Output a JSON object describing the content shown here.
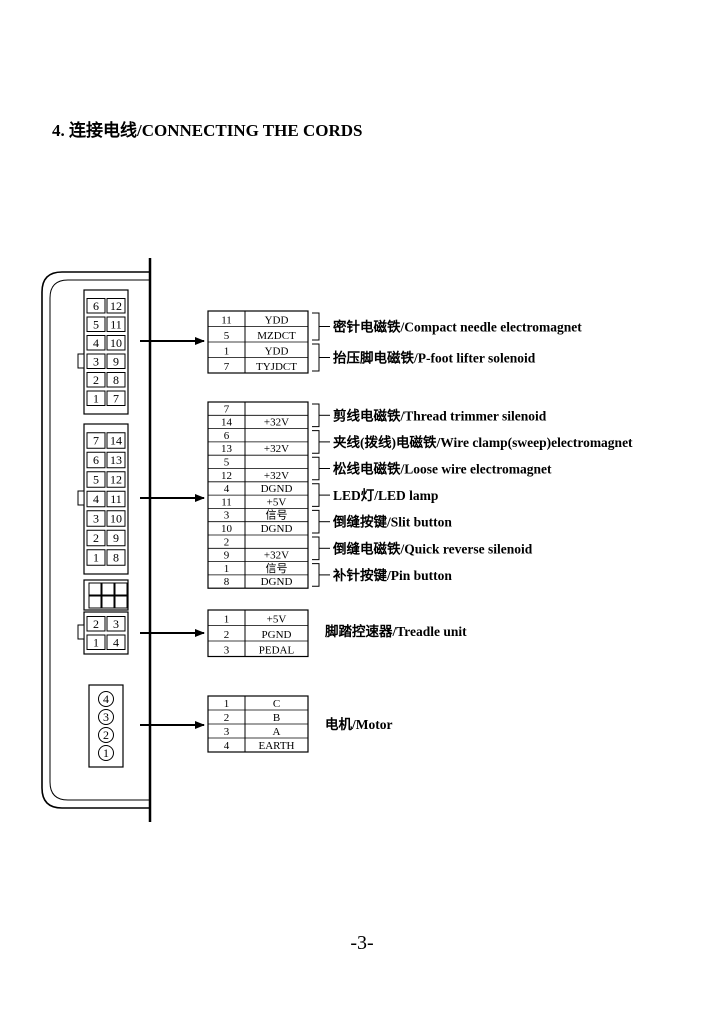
{
  "page": {
    "title": "4. 连接电线/CONNECTING THE CORDS",
    "page_number": "-3-"
  },
  "connectors": [
    {
      "pins": [
        [
          "6",
          "12"
        ],
        [
          "5",
          "11"
        ],
        [
          "4",
          "10"
        ],
        [
          "3",
          "9"
        ],
        [
          "2",
          "8"
        ],
        [
          "1",
          "7"
        ]
      ]
    },
    {
      "pins": [
        [
          "7",
          "14"
        ],
        [
          "6",
          "13"
        ],
        [
          "5",
          "12"
        ],
        [
          "4",
          "11"
        ],
        [
          "3",
          "10"
        ],
        [
          "2",
          "9"
        ],
        [
          "1",
          "8"
        ]
      ]
    },
    {
      "pins": []
    },
    {
      "pins": [
        [
          "2",
          "3"
        ],
        [
          "1",
          "4"
        ]
      ]
    },
    {
      "pins": [
        [
          "4"
        ],
        [
          "3"
        ],
        [
          "2"
        ],
        [
          "1"
        ]
      ]
    }
  ],
  "tables": [
    {
      "rows": [
        [
          "11",
          "YDD"
        ],
        [
          "5",
          "MZDCT"
        ],
        [
          "1",
          "YDD"
        ],
        [
          "7",
          "TYJDCT"
        ]
      ],
      "groups": [
        {
          "label": "密针电磁铁/Compact needle electromagnet"
        },
        {
          "label": "抬压脚电磁铁/P-foot lifter solenoid"
        }
      ]
    },
    {
      "rows": [
        [
          "7",
          ""
        ],
        [
          "14",
          "+32V"
        ],
        [
          "6",
          ""
        ],
        [
          "13",
          "+32V"
        ],
        [
          "5",
          ""
        ],
        [
          "12",
          "+32V"
        ],
        [
          "4",
          "DGND"
        ],
        [
          "11",
          "+5V"
        ],
        [
          "3",
          "信号"
        ],
        [
          "10",
          "DGND"
        ],
        [
          "2",
          ""
        ],
        [
          "9",
          "+32V"
        ],
        [
          "1",
          "信号"
        ],
        [
          "8",
          "DGND"
        ]
      ],
      "groups": [
        {
          "label": "剪线电磁铁/Thread trimmer silenoid"
        },
        {
          "label": "夹线(拨线)电磁铁/Wire clamp(sweep)electromagnet"
        },
        {
          "label": "松线电磁铁/Loose wire electromagnet"
        },
        {
          "label": "LED灯/LED lamp"
        },
        {
          "label": "倒缝按键/Slit button"
        },
        {
          "label": "倒缝电磁铁/Quick reverse silenoid"
        },
        {
          "label": "补针按键/Pin button"
        }
      ]
    },
    {
      "rows": [
        [
          "1",
          "+5V"
        ],
        [
          "2",
          "PGND"
        ],
        [
          "3",
          "PEDAL"
        ]
      ],
      "groups": [
        {
          "label": "脚踏控速器/Treadle unit"
        }
      ]
    },
    {
      "rows": [
        [
          "1",
          "C"
        ],
        [
          "2",
          "B"
        ],
        [
          "3",
          "A"
        ],
        [
          "4",
          "EARTH"
        ]
      ],
      "groups": [
        {
          "label": "电机/Motor"
        }
      ]
    }
  ]
}
